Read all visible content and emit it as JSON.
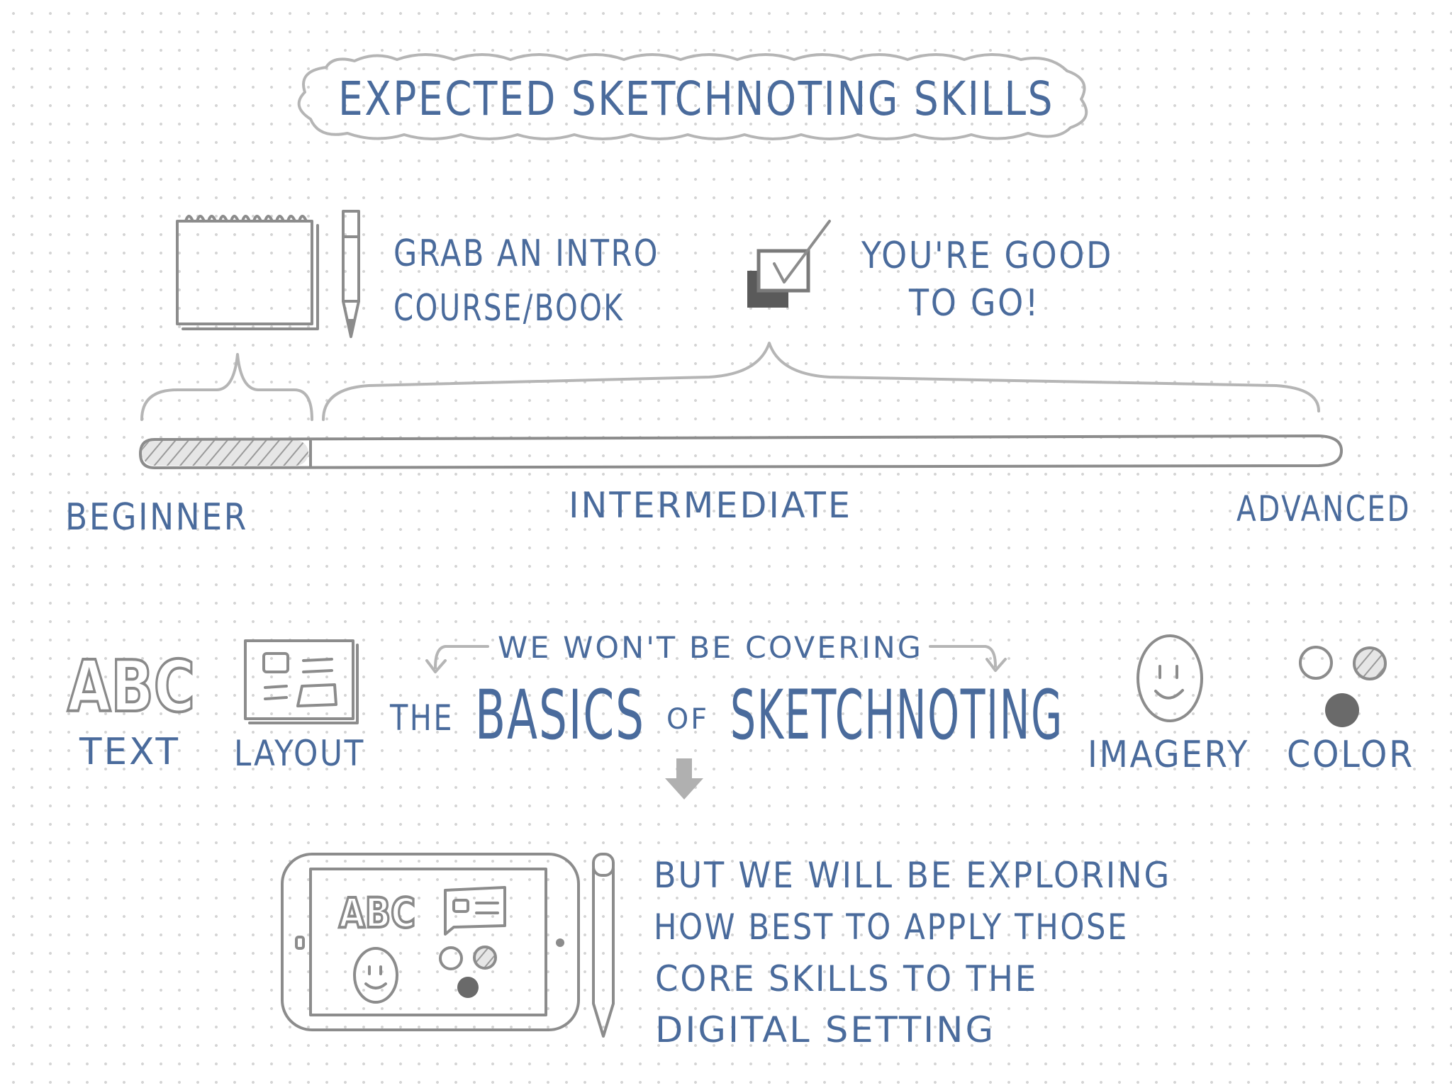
{
  "title": "EXPECTED SKETCHNOTING SKILLS",
  "beginner_advice": {
    "line1": "GRAB AN INTRO",
    "line2": "COURSE/BOOK"
  },
  "intermediate_advice": {
    "line1": "YOU'RE GOOD",
    "line2": "TO GO!"
  },
  "scale": {
    "levels": [
      "BEGINNER",
      "INTERMEDIATE",
      "ADVANCED"
    ],
    "beginner_fill_fraction": 0.14
  },
  "basics": {
    "not_covering_label": "WE WON'T BE COVERING",
    "heading": {
      "the": "THE",
      "basics": "BASICS",
      "of": "OF",
      "sketchnoting": "SKETCHNOTING"
    },
    "skills": [
      "TEXT",
      "LAYOUT",
      "IMAGERY",
      "COLOR"
    ],
    "text_icon_letters": "ABC"
  },
  "digital": {
    "lines": [
      "BUT WE WILL BE EXPLORING",
      "HOW BEST TO APPLY THOSE",
      "CORE SKILLS TO THE",
      "DIGITAL SETTING"
    ],
    "tablet_letters": "ABC"
  },
  "colors": {
    "ink": "#4a6b9c",
    "sketch": "#8c8c8c",
    "light": "#b5b5b5"
  },
  "icons": [
    "notebook-icon",
    "pencil-icon",
    "checkbox-icon",
    "abc-letters-icon",
    "layout-icon",
    "smiley-icon",
    "color-dots-icon",
    "down-arrow-icon",
    "tablet-icon",
    "stylus-icon"
  ]
}
